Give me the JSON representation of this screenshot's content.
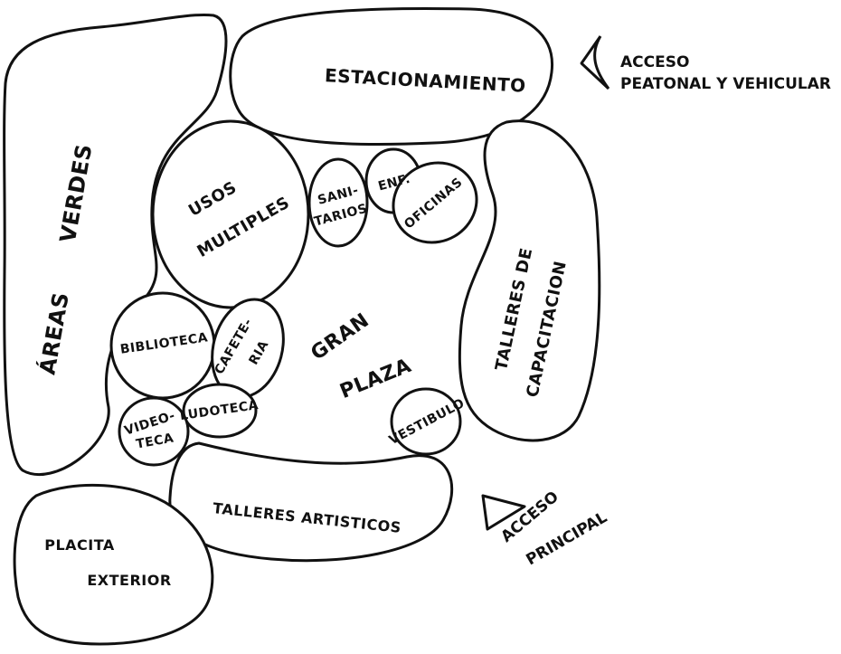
{
  "diagram": {
    "zones": {
      "areas_verdes": {
        "line1": "ÁREAS",
        "line2": "VERDES"
      },
      "estacionamiento": "ESTACIONAMIENTO",
      "usos_multiples": {
        "line1": "USOS",
        "line2": "MULTIPLES"
      },
      "sanitarios": {
        "line1": "SANI-",
        "line2": "TARIOS"
      },
      "enfermeria": "ENF.",
      "oficinas": "OFICINAS",
      "talleres_capacitacion": {
        "line1": "TALLERES DE",
        "line2": "CAPACITACION"
      },
      "gran_plaza": {
        "line1": "GRAN",
        "line2": "PLAZA"
      },
      "biblioteca": "BIBLIOTECA",
      "cafeteria": {
        "line1": "CAFETE-",
        "line2": "RIA"
      },
      "ludoteca": "LUDOTECA",
      "videoteca": {
        "line1": "VIDEO-",
        "line2": "TECA"
      },
      "vestibulo": "VESTIBULO",
      "talleres_artisticos": "TALLERES ARTISTICOS",
      "plazita_exterior": {
        "line1": "PLACITA",
        "line2": "EXTERIOR"
      }
    },
    "access": {
      "secondary": {
        "line1": "ACCESO",
        "line2": "PEATONAL Y VEHICULAR"
      },
      "main": {
        "line1": "ACCESO",
        "line2": "PRINCIPAL"
      }
    }
  }
}
